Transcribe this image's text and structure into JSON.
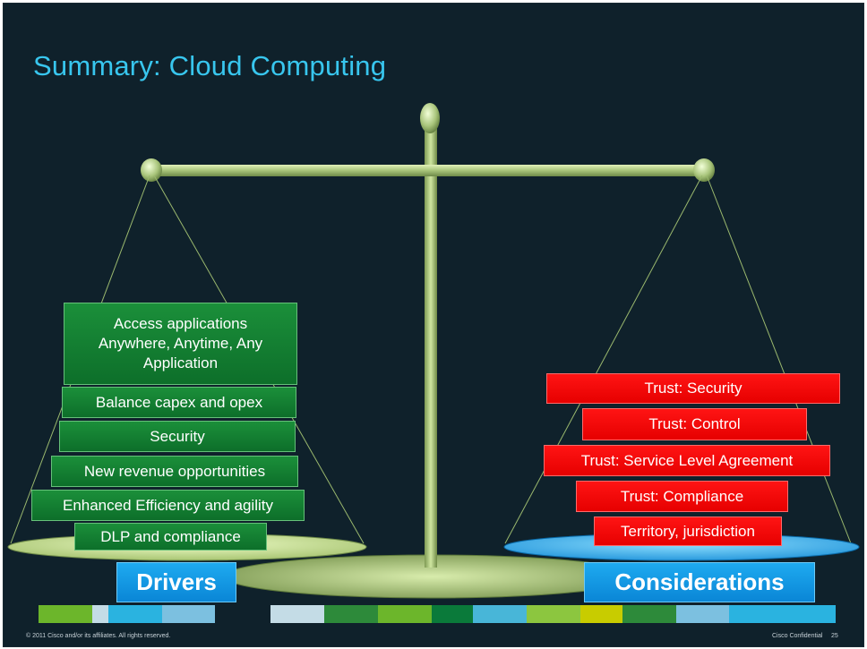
{
  "slide": {
    "title": "Summary: Cloud Computing"
  },
  "drivers": {
    "label": "Drivers",
    "items": [
      "Access applications\nAnywhere, Anytime, Any\nApplication",
      "Balance capex and opex",
      "Security",
      "New revenue opportunities",
      "Enhanced Efficiency and agility",
      "DLP and compliance"
    ]
  },
  "considerations": {
    "label": "Considerations",
    "items": [
      "Trust: Security",
      "Trust: Control",
      "Trust: Service Level Agreement",
      "Trust: Compliance",
      "Territory, jurisdiction"
    ]
  },
  "footer": {
    "copyright": "© 2011 Cisco and/or its affiliates. All rights reserved.",
    "classification": "Cisco Confidential",
    "page_number": "25"
  },
  "colors": {
    "background": "#0f212b",
    "title": "#38c6ee",
    "driver_box": "#128232",
    "consideration_box": "#ff0000",
    "label_box": "#0a96e4",
    "scale": "#b9d48a",
    "stripe": [
      "#6cb62b",
      "#c4dce6",
      "#2ab3e0",
      "#7cc0e0",
      "#0f212b",
      "#c4dce6",
      "#2d8a3a",
      "#6cb62b",
      "#0a7a3a",
      "#48b6d8",
      "#8cc63f",
      "#c8cc00",
      "#2d8a3a",
      "#7cc0e0",
      "#2ab3e0"
    ]
  }
}
